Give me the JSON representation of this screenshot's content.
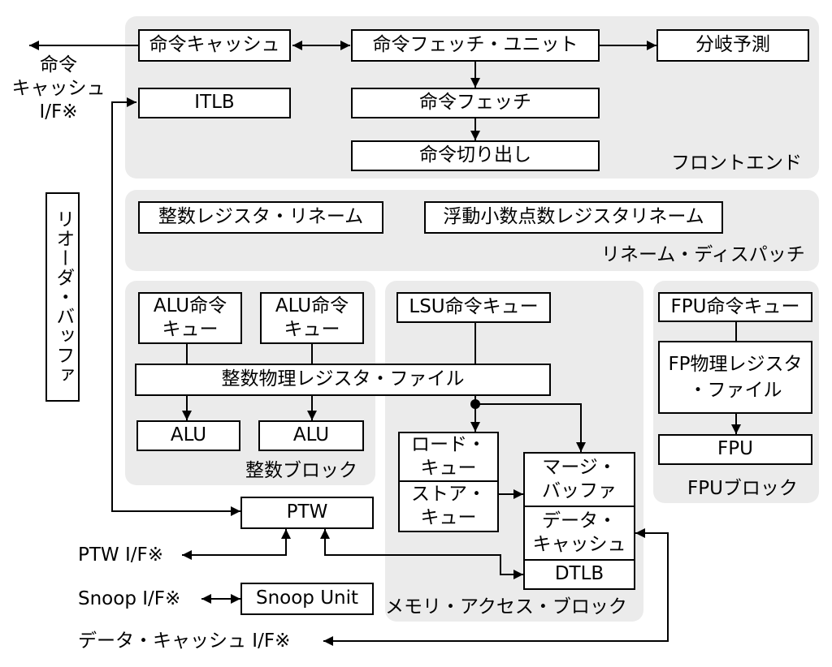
{
  "regions": {
    "frontend": "フロントエンド",
    "rename": "リネーム・ディスパッチ",
    "int_block": "整数ブロック",
    "mem_block": "メモリ・アクセス・ブロック",
    "fpu_block": "FPUブロック"
  },
  "boxes": {
    "icache": "命令キャッシュ",
    "fetch_unit": "命令フェッチ・ユニット",
    "branch_pred": "分岐予測",
    "itlb": "ITLB",
    "fetch": "命令フェッチ",
    "extract": "命令切り出し",
    "int_rename": "整数レジスタ・リネーム",
    "fp_rename": "浮動小数点数レジスタリネーム",
    "alu_q1": "ALU命令\nキュー",
    "alu_q2": "ALU命令\nキュー",
    "int_regfile": "整数物理レジスタ・ファイル",
    "alu1": "ALU",
    "alu2": "ALU",
    "lsu_q": "LSU命令キュー",
    "load_q": "ロード・\nキュー",
    "store_q": "ストア・\nキュー",
    "merge_buf": "マージ・\nバッファ",
    "dcache": "データ・\nキャッシュ",
    "dtlb": "DTLB",
    "fpu_q": "FPU命令キュー",
    "fp_regfile": "FP物理レジスタ\n・ファイル",
    "fpu": "FPU",
    "ptw": "PTW",
    "snoop": "Snoop Unit",
    "rob": "リオーダ・バッファ"
  },
  "interfaces": {
    "icache_if": "命令\nキャッシュ\nI/F※",
    "ptw_if": "PTW I/F※",
    "snoop_if": "Snoop I/F※",
    "dcache_if": "データ・キャッシュ I/F※"
  }
}
